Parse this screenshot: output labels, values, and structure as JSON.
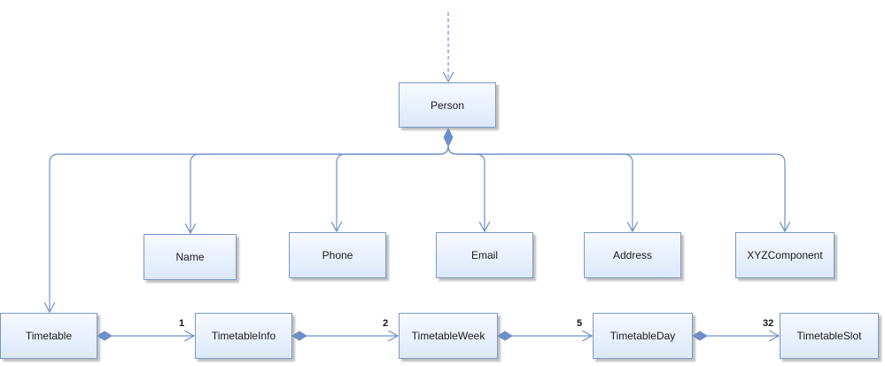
{
  "nodes": {
    "person": "Person",
    "name": "Name",
    "phone": "Phone",
    "email": "Email",
    "address": "Address",
    "xyz": "XYZComponent",
    "timetable": "Timetable",
    "info": "TimetableInfo",
    "week": "TimetableWeek",
    "day": "TimetableDay",
    "slot": "TimetableSlot"
  },
  "multiplicities": {
    "info": "1",
    "week": "2",
    "day": "5",
    "slot": "32"
  },
  "colors": {
    "line": "#6e8fc9",
    "box_border": "#7a98c6",
    "box_fill_top": "#f7faff",
    "box_fill_bottom": "#dce8fb"
  }
}
